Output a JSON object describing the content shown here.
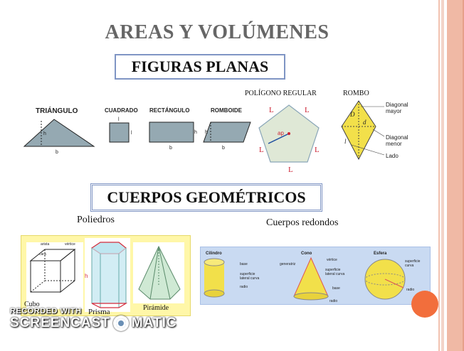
{
  "slide": {
    "title": "AREAS Y VOLÚMENES",
    "section_plane": "FIGURAS PLANAS",
    "section_solid": "CUERPOS GEOMÉTRICOS"
  },
  "plane_figures": {
    "triangle": {
      "label": "TRIÁNGULO",
      "h": "h",
      "b": "b"
    },
    "square": {
      "label": "CUADRADO",
      "l_top": "l",
      "l_side": "l"
    },
    "rectangle": {
      "label": "RECTÁNGULO",
      "h": "h",
      "b": "b"
    },
    "rhomboid": {
      "label": "ROMBOIDE",
      "h": "h",
      "b": "b"
    },
    "polygon": {
      "label": "POLÍGONO REGULAR",
      "side": "L",
      "apothem": "ap"
    },
    "rhombus": {
      "label": "ROMBO",
      "D": "D",
      "d": "d",
      "l": "l",
      "diag_major": "Diagonal mayor",
      "diag_major_1": "Diagonal",
      "diag_major_2": "mayor",
      "diag_minor_1": "Diagonal",
      "diag_minor_2": "menor",
      "side": "Lado"
    }
  },
  "solids": {
    "polyhedra_label": "Poliedros",
    "round_label": "Cuerpos redondos",
    "cube": {
      "label": "Cubo",
      "arista": "arista",
      "vertice": "vértice",
      "cara": "cara"
    },
    "prism": {
      "label": "Prisma",
      "h": "h"
    },
    "pyramid": {
      "label": "Pirámide"
    },
    "cylinder": {
      "label": "Cilindro",
      "base": "base",
      "surface_1": "superficie",
      "surface_2": "lateral curva",
      "radius": "radio"
    },
    "cone": {
      "label": "Cono",
      "vertex": "vértice",
      "generatrix": "generatriz",
      "surface_1": "superficie",
      "surface_2": "lateral curva",
      "base": "base",
      "radius": "radio"
    },
    "sphere": {
      "label": "Esfera",
      "surface_1": "superficie",
      "surface_2": "curva",
      "radius": "radio"
    }
  },
  "watermark": {
    "line1": "RECORDED WITH",
    "line2_a": "SCREENCAST",
    "line2_b": "MATIC"
  },
  "colors": {
    "title": "#666666",
    "shape_fill": "#95a9b2",
    "polygon_fill": "#dfe8d6",
    "rhombus_fill": "#f2e04a",
    "yellow_panel": "#fff7a8",
    "blue_panel": "#c9daf2",
    "accent": "#f26e3c"
  }
}
